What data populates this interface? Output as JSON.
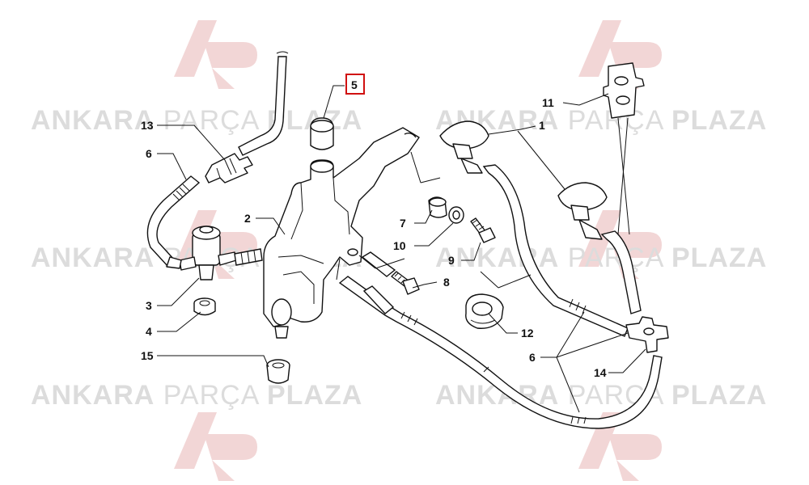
{
  "watermark": {
    "brand_bold_1": "ANKARA",
    "brand_light": "PARÇA",
    "brand_bold_2": "PLAZA",
    "logo_color": "#f2d6d6",
    "text_color": "#dcdcdc"
  },
  "callouts": {
    "c1": "1",
    "c2": "2",
    "c3": "3",
    "c4": "4",
    "c5": "5",
    "c6a": "6",
    "c6b": "6",
    "c7": "7",
    "c8": "8",
    "c9": "9",
    "c10": "10",
    "c11": "11",
    "c12": "12",
    "c13": "13",
    "c14": "14",
    "c15": "15"
  },
  "highlight": {
    "color": "#d01010",
    "part": "5"
  }
}
